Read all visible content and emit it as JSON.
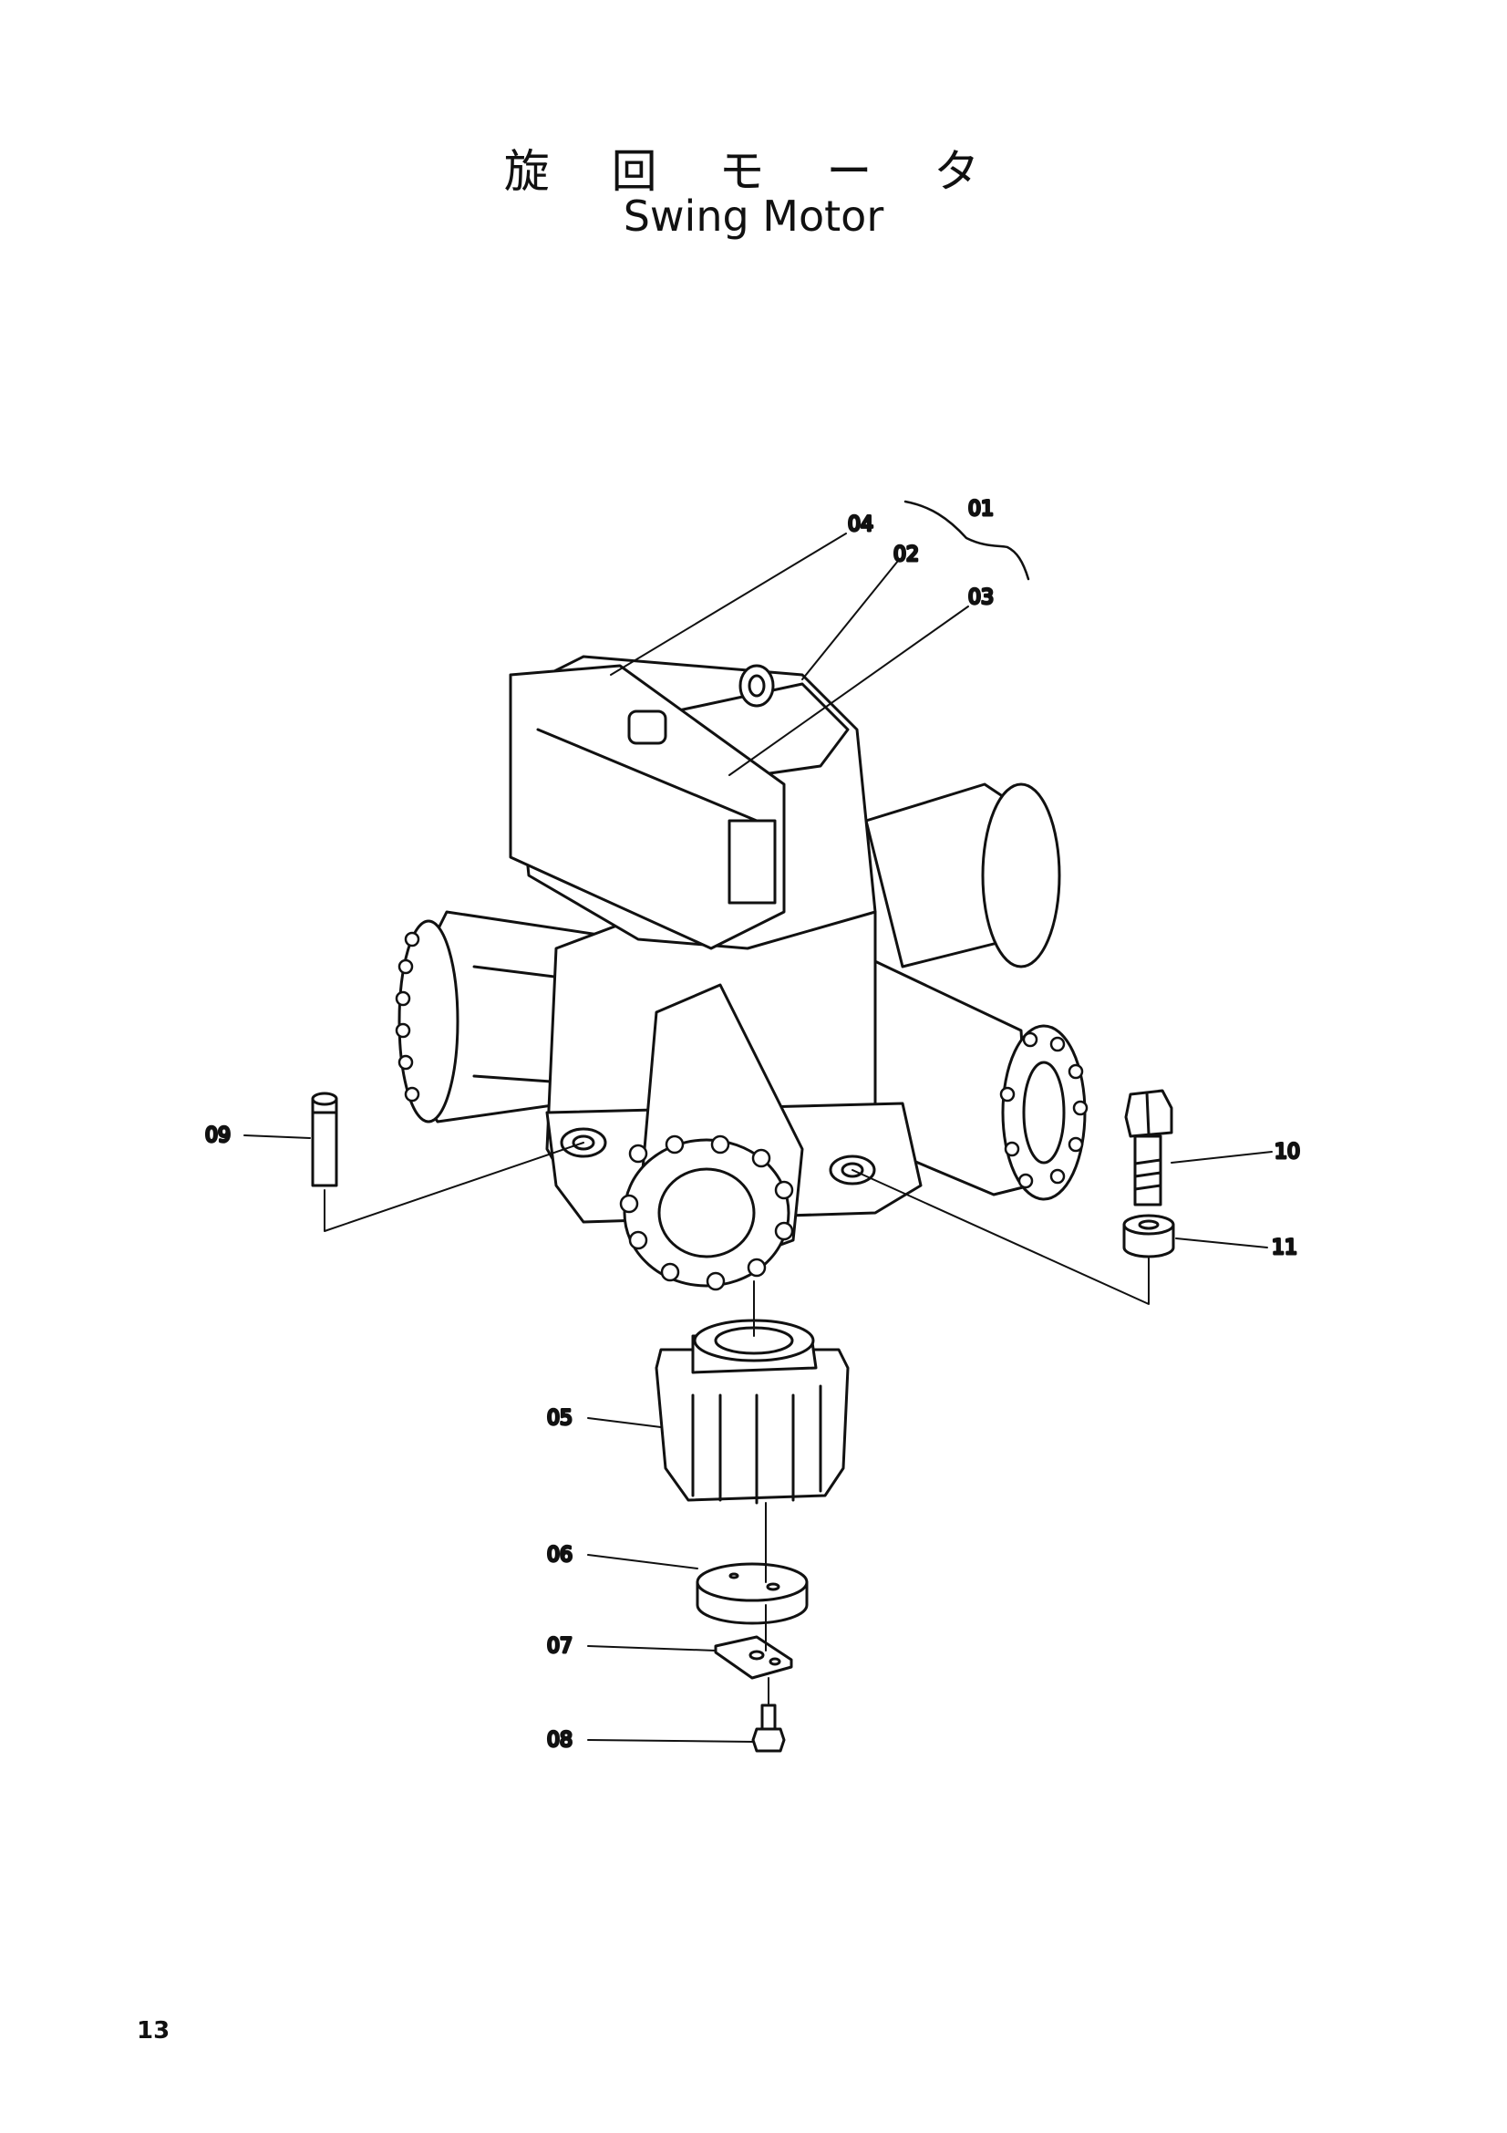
{
  "title": {
    "jp": "旋 回 モ ー タ",
    "en": "Swing Motor"
  },
  "callouts": {
    "p01": "01",
    "p02": "02",
    "p03": "03",
    "p04": "04",
    "p05": "05",
    "p06": "06",
    "p07": "07",
    "p08": "08",
    "p09": "09",
    "p10": "10",
    "p11": "11"
  },
  "page_number": "13"
}
